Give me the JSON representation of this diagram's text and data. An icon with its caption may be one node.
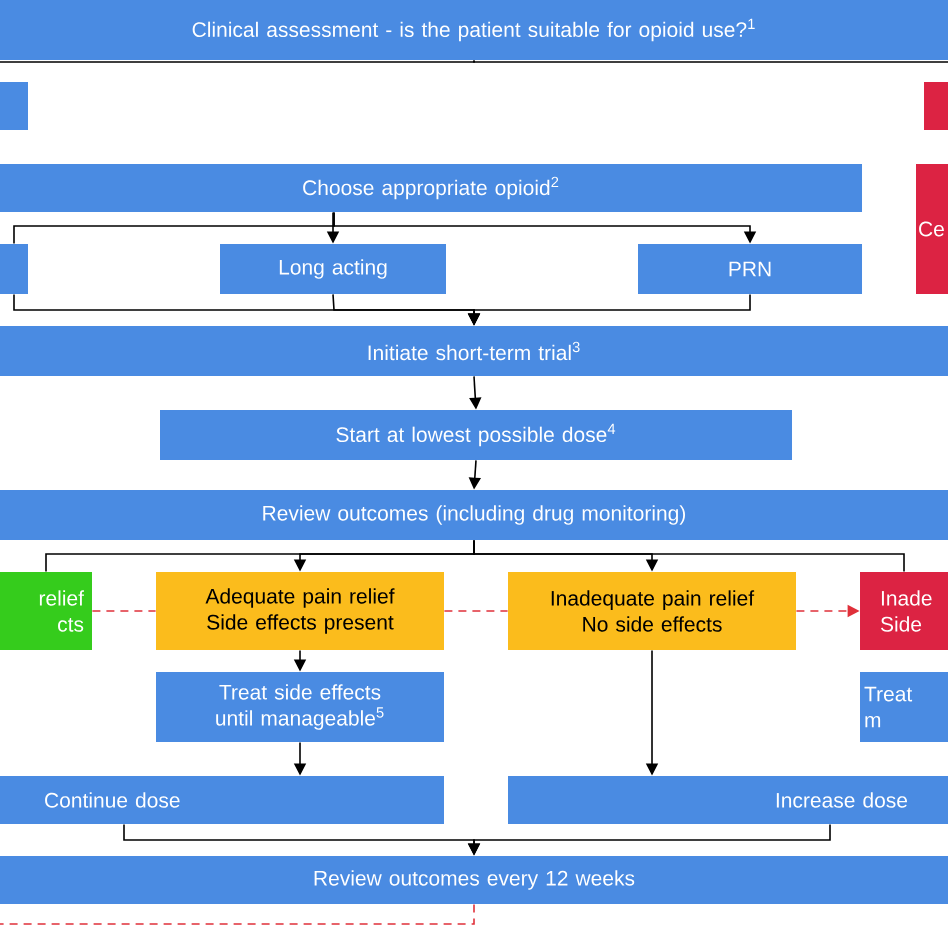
{
  "diagram": {
    "nodes": [
      {
        "text": [
          "Clinical assessment - is the patient suitable for opioid use?$^{1}$"
        ]
      },
      {
        "text": [],
        "shape": "box"
      },
      {
        "text": [],
        "shape": "box"
      },
      {
        "text": [
          "Choose appropriate opioid$^{2}$"
        ]
      },
      {
        "text": [
          "Ce"
        ]
      },
      {
        "text": [],
        "shape": "box"
      },
      {
        "text": [
          "Long acting"
        ]
      },
      {
        "text": [
          "PRN"
        ]
      },
      {
        "text": [
          "Initiate short-term trial$^{3}$"
        ]
      },
      {
        "text": [
          "Start at lowest possible dose$^{4}$"
        ]
      },
      {
        "text": [
          "Review outcomes (including drug monitoring)"
        ]
      },
      {
        "text": [
          "relief",
          "cts"
        ]
      },
      {
        "text": [
          "Adequate pain relief",
          "Side effects present"
        ]
      },
      {
        "text": [
          "Inadequate pain relief",
          "No side effects"
        ]
      },
      {
        "text": [
          "Inade",
          "Side"
        ]
      },
      {
        "text": [
          "Treat side effects until manageable$^{5}$"
        ]
      },
      {
        "text": [
          "Treat",
          "m"
        ]
      },
      {
        "text": [
          "Continue dose"
        ]
      },
      {
        "text": [
          "Increase dose"
        ]
      },
      {
        "text": [
          "Review outcomes every 12 weeks"
        ]
      }
    ],
    "edges": [
      {
        "from": 0,
        "to": null,
        "arrow": "none"
      },
      {
        "from": 0,
        "to": null,
        "arrow": "none"
      },
      {
        "from": 3,
        "to": 6,
        "arrow": "to"
      },
      {
        "from": 3,
        "to": 7,
        "arrow": "to"
      },
      {
        "from": 3,
        "to": 5,
        "arrow": "none"
      },
      {
        "from": 6,
        "to": 8,
        "arrow": "to"
      },
      {
        "from": 7,
        "to": 8,
        "arrow": "to"
      },
      {
        "from": 5,
        "to": 8,
        "arrow": "to"
      },
      {
        "from": 8,
        "to": 9,
        "arrow": "to"
      },
      {
        "from": 9,
        "to": 10,
        "arrow": "to"
      },
      {
        "from": 10,
        "to": 12,
        "arrow": "to"
      },
      {
        "from": 10,
        "to": 13,
        "arrow": "to"
      },
      {
        "from": 10,
        "to": 11,
        "arrow": "none"
      },
      {
        "from": 10,
        "to": 14,
        "arrow": "none"
      },
      {
        "from": 11,
        "to": 12,
        "arrow": "none",
        "style": "dashed",
        "color": "#e0303a"
      },
      {
        "from": 12,
        "to": 13,
        "arrow": "none",
        "style": "dashed",
        "color": "#e0303a"
      },
      {
        "from": 13,
        "to": 14,
        "arrow": "to",
        "style": "dashed",
        "color": "#e0303a"
      },
      {
        "from": 12,
        "to": 15,
        "arrow": "to"
      },
      {
        "from": 15,
        "to": 17,
        "arrow": "to"
      },
      {
        "from": 13,
        "to": 18,
        "arrow": "to"
      },
      {
        "from": 17,
        "to": 19,
        "arrow": "to"
      },
      {
        "from": 18,
        "to": 19,
        "arrow": "to"
      },
      {
        "from": 19,
        "to": null,
        "arrow": "none",
        "style": "dashed",
        "color": "#e0303a"
      }
    ]
  }
}
